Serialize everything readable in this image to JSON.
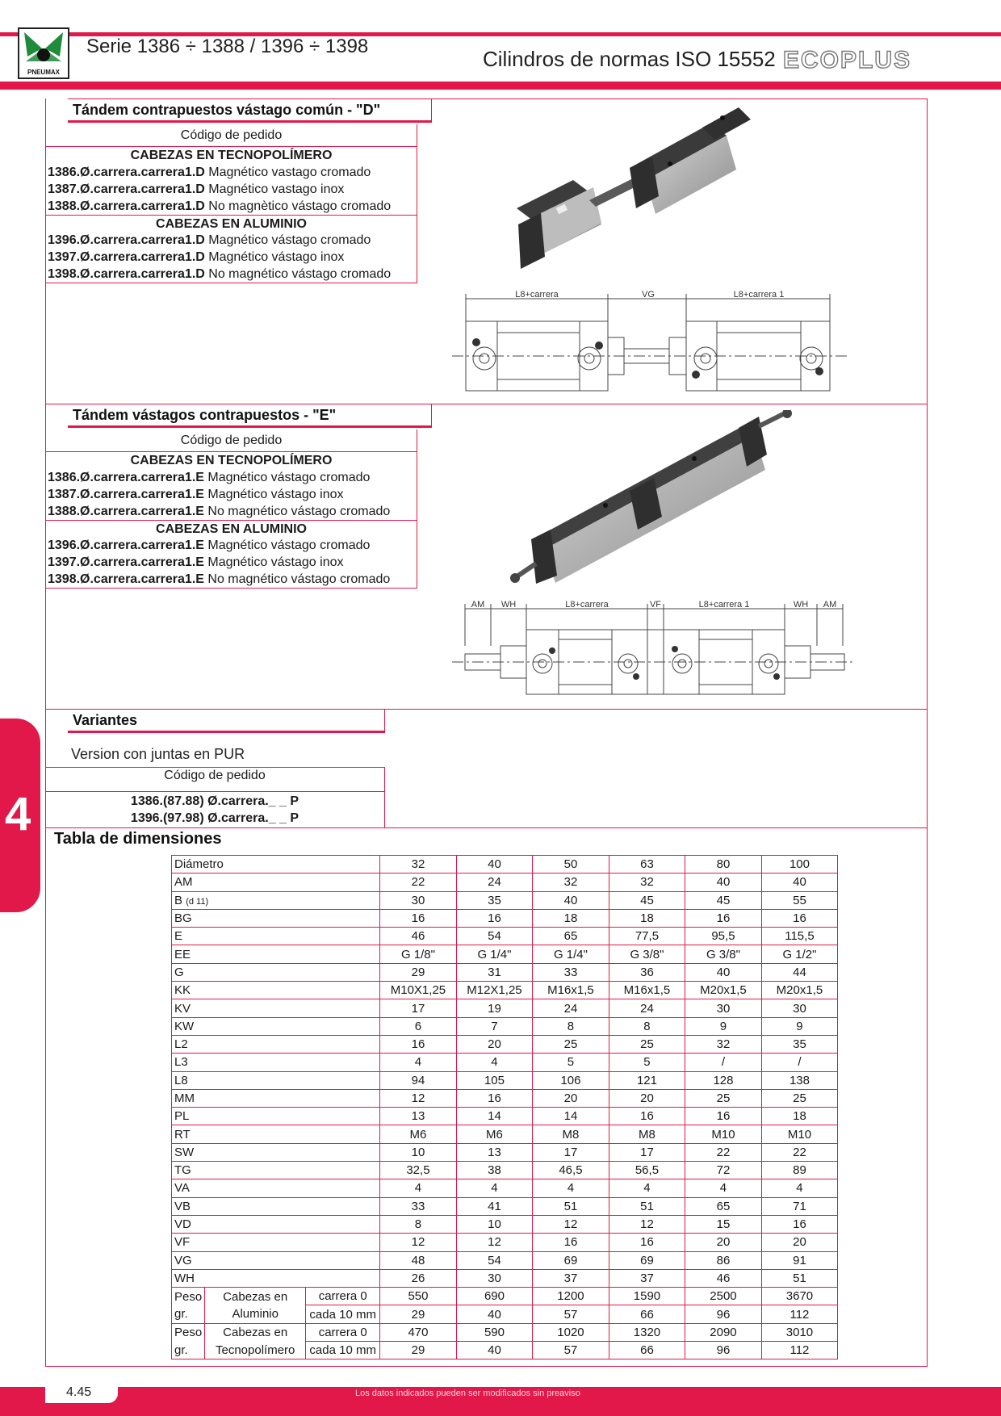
{
  "header": {
    "logo_text": "PNEUMAX",
    "series": "Serie 1386 ÷ 1388 / 1396 ÷ 1398",
    "title": "Cilindros de normas ISO 15552",
    "brand": "ECOPLUS",
    "colors": {
      "accent": "#e2184a",
      "logo_green": "#1e8c3a"
    }
  },
  "section_d": {
    "title": "Tándem contrapuestos vástago común - \"D\"",
    "order_label": "Código de pedido",
    "group1": "CABEZAS EN TECNOPOLÍMERO",
    "items1": [
      {
        "code": "1386.Ø.carrera.carrera1.D",
        "desc": "Magnético vastago cromado"
      },
      {
        "code": "1387.Ø.carrera.carrera1.D",
        "desc": "Magnético vastago inox"
      },
      {
        "code": "1388.Ø.carrera.carrera1.D",
        "desc": "No magnètico vástago cromado"
      }
    ],
    "group2": "CABEZAS EN ALUMINIO",
    "items2": [
      {
        "code": "1396.Ø.carrera.carrera1.D",
        "desc": "Magnético vástago cromado"
      },
      {
        "code": "1397.Ø.carrera.carrera1.D",
        "desc": "Magnético vástago inox"
      },
      {
        "code": "1398.Ø.carrera.carrera1.D",
        "desc": "No magnético vástago cromado"
      }
    ],
    "dims": {
      "l8a": "L8+carrera",
      "vg": "VG",
      "l8b": "L8+carrera 1"
    }
  },
  "section_e": {
    "title": "Tándem vástagos contrapuestos - \"E\"",
    "order_label": "Código de pedido",
    "group1": "CABEZAS EN TECNOPOLÍMERO",
    "items1": [
      {
        "code": "1386.Ø.carrera.carrera1.E",
        "desc": "Magnético vástago cromado"
      },
      {
        "code": "1387.Ø.carrera.carrera1.E",
        "desc": "Magnético vástago inox"
      },
      {
        "code": "1388.Ø.carrera.carrera1.E",
        "desc": "No magnético vástago cromado"
      }
    ],
    "group2": "CABEZAS EN ALUMINIO",
    "items2": [
      {
        "code": "1396.Ø.carrera.carrera1.E",
        "desc": "Magnético vástago cromado"
      },
      {
        "code": "1397.Ø.carrera.carrera1.E",
        "desc": "Magnético vástago inox"
      },
      {
        "code": "1398.Ø.carrera.carrera1.E",
        "desc": "No magnético vástago cromado"
      }
    ],
    "dims": {
      "am1": "AM",
      "wh1": "WH",
      "l8a": "L8+carrera",
      "vf": "VF",
      "l8b": "L8+carrera 1",
      "wh2": "WH",
      "am2": "AM"
    }
  },
  "variants": {
    "title": "Variantes",
    "subtitle": "Version con juntas en PUR",
    "order_label": "Código de pedido",
    "codes": [
      "1386.(87.88) Ø.carrera._ _ P",
      "1396.(97.98) Ø.carrera._ _ P"
    ]
  },
  "side_tab": "4",
  "dimension_table": {
    "title": "Tabla de dimensiones",
    "rows": [
      {
        "label": "Diámetro",
        "values": [
          "32",
          "40",
          "50",
          "63",
          "80",
          "100"
        ]
      },
      {
        "label": "AM",
        "values": [
          "22",
          "24",
          "32",
          "32",
          "40",
          "40"
        ]
      },
      {
        "label": "B",
        "sub": "(d 11)",
        "values": [
          "30",
          "35",
          "40",
          "45",
          "45",
          "55"
        ]
      },
      {
        "label": "BG",
        "values": [
          "16",
          "16",
          "18",
          "18",
          "16",
          "16"
        ]
      },
      {
        "label": "E",
        "values": [
          "46",
          "54",
          "65",
          "77,5",
          "95,5",
          "115,5"
        ]
      },
      {
        "label": "EE",
        "values": [
          "G 1/8\"",
          "G 1/4\"",
          "G 1/4\"",
          "G 3/8\"",
          "G 3/8\"",
          "G 1/2\""
        ]
      },
      {
        "label": "G",
        "values": [
          "29",
          "31",
          "33",
          "36",
          "40",
          "44"
        ]
      },
      {
        "label": "KK",
        "values": [
          "M10X1,25",
          "M12X1,25",
          "M16x1,5",
          "M16x1,5",
          "M20x1,5",
          "M20x1,5"
        ]
      },
      {
        "label": "KV",
        "values": [
          "17",
          "19",
          "24",
          "24",
          "30",
          "30"
        ]
      },
      {
        "label": "KW",
        "values": [
          "6",
          "7",
          "8",
          "8",
          "9",
          "9"
        ]
      },
      {
        "label": "L2",
        "values": [
          "16",
          "20",
          "25",
          "25",
          "32",
          "35"
        ]
      },
      {
        "label": "L3",
        "values": [
          "4",
          "4",
          "5",
          "5",
          "/",
          "/"
        ]
      },
      {
        "label": "L8",
        "values": [
          "94",
          "105",
          "106",
          "121",
          "128",
          "138"
        ]
      },
      {
        "label": "MM",
        "values": [
          "12",
          "16",
          "20",
          "20",
          "25",
          "25"
        ]
      },
      {
        "label": "PL",
        "values": [
          "13",
          "14",
          "14",
          "16",
          "16",
          "18"
        ]
      },
      {
        "label": "RT",
        "values": [
          "M6",
          "M6",
          "M8",
          "M8",
          "M10",
          "M10"
        ]
      },
      {
        "label": "SW",
        "values": [
          "10",
          "13",
          "17",
          "17",
          "22",
          "22"
        ]
      },
      {
        "label": "TG",
        "values": [
          "32,5",
          "38",
          "46,5",
          "56,5",
          "72",
          "89"
        ]
      },
      {
        "label": "VA",
        "values": [
          "4",
          "4",
          "4",
          "4",
          "4",
          "4"
        ]
      },
      {
        "label": "VB",
        "values": [
          "33",
          "41",
          "51",
          "51",
          "65",
          "71"
        ]
      },
      {
        "label": "VD",
        "values": [
          "8",
          "10",
          "12",
          "12",
          "15",
          "16"
        ]
      },
      {
        "label": "VF",
        "values": [
          "12",
          "12",
          "16",
          "16",
          "20",
          "20"
        ]
      },
      {
        "label": "VG",
        "values": [
          "48",
          "54",
          "69",
          "69",
          "86",
          "91"
        ]
      },
      {
        "label": "WH",
        "values": [
          "26",
          "30",
          "37",
          "37",
          "46",
          "51"
        ]
      }
    ],
    "weights": {
      "peso": "Peso",
      "gr": "gr.",
      "alu_a": "Cabezas en",
      "alu_b": "Aluminio",
      "tec_a": "Cabezas en",
      "tec_b": "Tecnopolímero",
      "c0": "carrera 0",
      "c10": "cada 10 mm",
      "alu_c0": [
        "550",
        "690",
        "1200",
        "1590",
        "2500",
        "3670"
      ],
      "alu_c10": [
        "29",
        "40",
        "57",
        "66",
        "96",
        "112"
      ],
      "tec_c0": [
        "470",
        "590",
        "1020",
        "1320",
        "2090",
        "3010"
      ],
      "tec_c10": [
        "29",
        "40",
        "57",
        "66",
        "96",
        "112"
      ]
    }
  },
  "footer": {
    "page": "4.45",
    "disclaimer": "Los datos indicados pueden ser modificados sin preaviso"
  }
}
